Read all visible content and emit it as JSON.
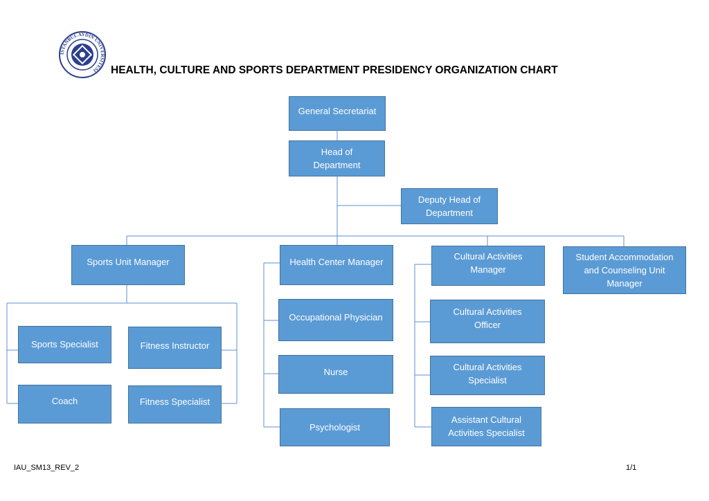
{
  "header": {
    "title": "HEALTH, CULTURE AND SPORTS DEPARTMENT PRESIDENCY ORGANIZATION CHART",
    "logo_text": "ISTANBUL AYDIN UNIVERSITESI"
  },
  "colors": {
    "box_fill": "#5b9bd5",
    "box_border": "#41719c",
    "connector": "#5b8fd0",
    "logo": "#2b3f8c"
  },
  "nodes": {
    "general_secretariat": "General Secretariat",
    "head": "Head of\nDepartment",
    "deputy": "Deputy Head of\nDepartment",
    "sports_manager": "Sports Unit Manager",
    "health_manager": "Health Center Manager",
    "cultural_manager": "Cultural Activities\nManager",
    "student_manager": "Student Accommodation\nand Counseling Unit\nManager",
    "sports_specialist": "Sports Specialist",
    "fitness_instructor": "Fitness Instructor",
    "coach": "Coach",
    "fitness_specialist": "Fitness Specialist",
    "occupational_physician": "Occupational Physician",
    "nurse": "Nurse",
    "psychologist": "Psychologist",
    "cultural_officer": "Cultural Activities\nOfficer",
    "cultural_specialist": "Cultural Activities\nSpecialist",
    "assistant_cultural": "Assistant Cultural\nActivities Specialist"
  },
  "footer": {
    "doc_code": "IAU_SM13_REV_2",
    "page": "1/1"
  }
}
